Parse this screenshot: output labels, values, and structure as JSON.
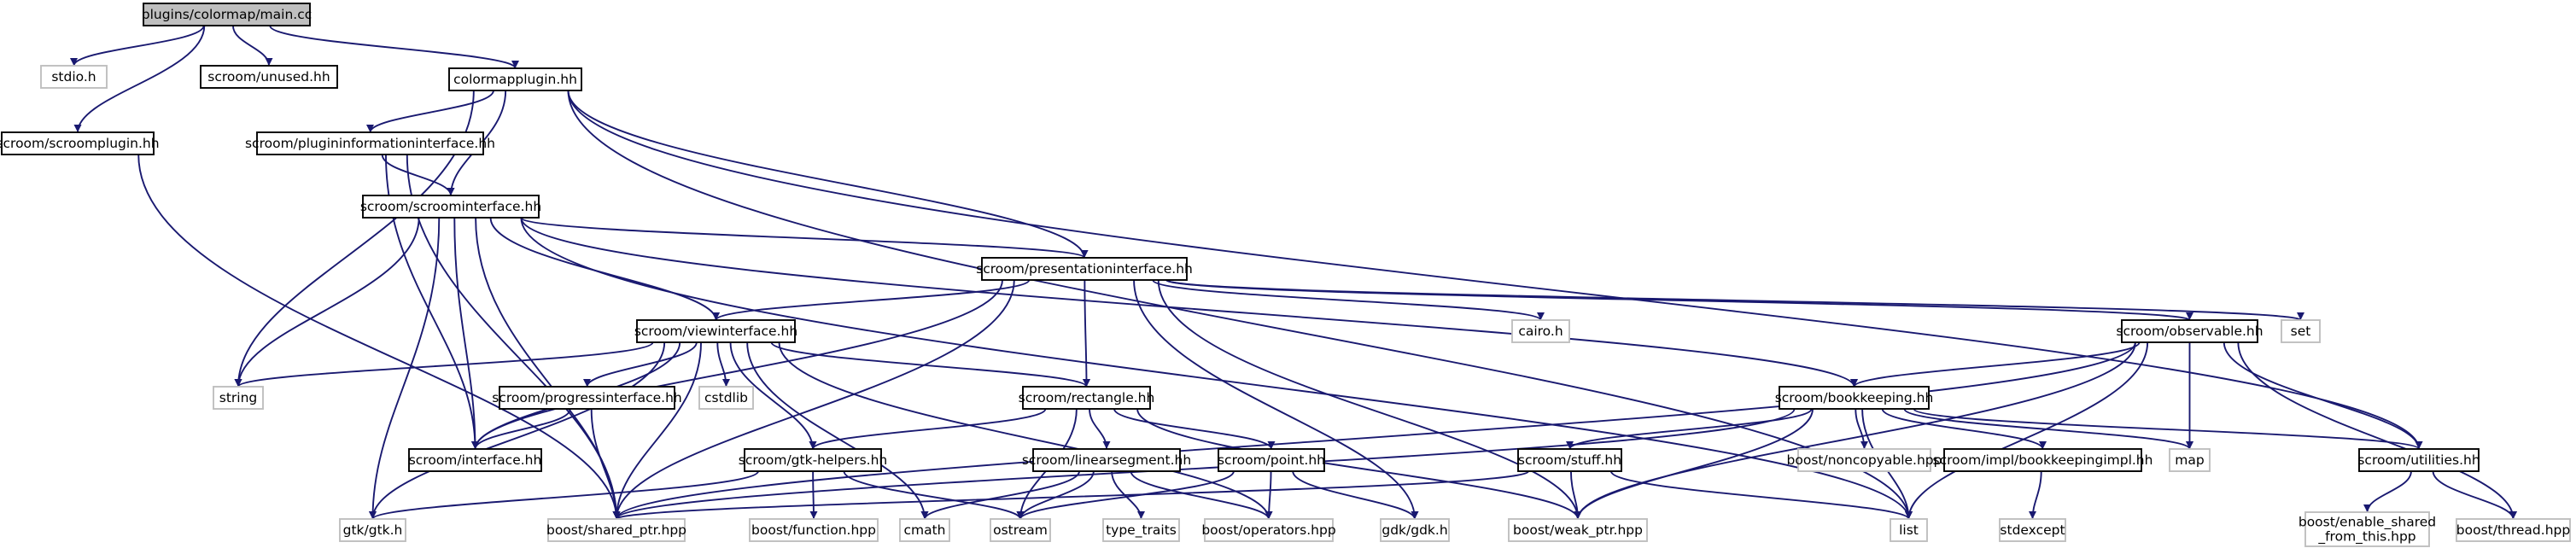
{
  "diagram": {
    "type": "include-dependency-graph",
    "colors": {
      "edge": "#191970",
      "root_fill": "#bfbfbf",
      "node_border": "#000000",
      "external_border": "#bfbfbf",
      "text": "#000000"
    },
    "nodes": [
      {
        "id": "main",
        "label": "plugins/colormap/main.cc",
        "kind": "root"
      },
      {
        "id": "stdio",
        "label": "stdio.h",
        "kind": "external"
      },
      {
        "id": "unused",
        "label": "scroom/unused.hh",
        "kind": "internal"
      },
      {
        "id": "colormapplugin",
        "label": "colormapplugin.hh",
        "kind": "internal"
      },
      {
        "id": "scroomplugin",
        "label": "scroom/scroomplugin.hh",
        "kind": "internal"
      },
      {
        "id": "plugininfo",
        "label": "scroom/plugininformationinterface.hh",
        "kind": "internal"
      },
      {
        "id": "scroominterface",
        "label": "scroom/scroominterface.hh",
        "kind": "internal"
      },
      {
        "id": "presentation",
        "label": "scroom/presentationinterface.hh",
        "kind": "internal"
      },
      {
        "id": "cairo",
        "label": "cairo.h",
        "kind": "external"
      },
      {
        "id": "set",
        "label": "set",
        "kind": "external"
      },
      {
        "id": "observable",
        "label": "scroom/observable.hh",
        "kind": "internal"
      },
      {
        "id": "viewinterface",
        "label": "scroom/viewinterface.hh",
        "kind": "internal"
      },
      {
        "id": "string",
        "label": "string",
        "kind": "external"
      },
      {
        "id": "cstdlib",
        "label": "cstdlib",
        "kind": "external"
      },
      {
        "id": "progress",
        "label": "scroom/progressinterface.hh",
        "kind": "internal"
      },
      {
        "id": "rectangle",
        "label": "scroom/rectangle.hh",
        "kind": "internal"
      },
      {
        "id": "bookkeeping",
        "label": "scroom/bookkeeping.hh",
        "kind": "internal"
      },
      {
        "id": "interface",
        "label": "scroom/interface.hh",
        "kind": "internal"
      },
      {
        "id": "gtkhelpers",
        "label": "scroom/gtk-helpers.hh",
        "kind": "internal"
      },
      {
        "id": "linearsegment",
        "label": "scroom/linearsegment.hh",
        "kind": "internal"
      },
      {
        "id": "point",
        "label": "scroom/point.hh",
        "kind": "internal"
      },
      {
        "id": "stuff",
        "label": "scroom/stuff.hh",
        "kind": "internal"
      },
      {
        "id": "noncopyable",
        "label": "boost/noncopyable.hpp",
        "kind": "external"
      },
      {
        "id": "bkimpl",
        "label": "scroom/impl/bookkeepingimpl.hh",
        "kind": "internal"
      },
      {
        "id": "map",
        "label": "map",
        "kind": "external"
      },
      {
        "id": "utilities",
        "label": "scroom/utilities.hh",
        "kind": "internal"
      },
      {
        "id": "gtk",
        "label": "gtk/gtk.h",
        "kind": "external"
      },
      {
        "id": "sharedptr",
        "label": "boost/shared_ptr.hpp",
        "kind": "external"
      },
      {
        "id": "function",
        "label": "boost/function.hpp",
        "kind": "external"
      },
      {
        "id": "cmath",
        "label": "cmath",
        "kind": "external"
      },
      {
        "id": "ostream",
        "label": "ostream",
        "kind": "external"
      },
      {
        "id": "typetraits",
        "label": "type_traits",
        "kind": "external"
      },
      {
        "id": "operators",
        "label": "boost/operators.hpp",
        "kind": "external"
      },
      {
        "id": "gdk",
        "label": "gdk/gdk.h",
        "kind": "external"
      },
      {
        "id": "weakptr",
        "label": "boost/weak_ptr.hpp",
        "kind": "external"
      },
      {
        "id": "list",
        "label": "list",
        "kind": "external"
      },
      {
        "id": "stdexcept",
        "label": "stdexcept",
        "kind": "external"
      },
      {
        "id": "enableshared",
        "label": "boost/enable_shared\n_from_this.hpp",
        "kind": "external"
      },
      {
        "id": "thread",
        "label": "boost/thread.hpp",
        "kind": "external"
      }
    ],
    "edges": [
      [
        "main",
        "stdio"
      ],
      [
        "main",
        "unused"
      ],
      [
        "main",
        "colormapplugin"
      ],
      [
        "main",
        "scroomplugin"
      ],
      [
        "colormapplugin",
        "plugininfo"
      ],
      [
        "colormapplugin",
        "scroominterface"
      ],
      [
        "colormapplugin",
        "presentation"
      ],
      [
        "colormapplugin",
        "string"
      ],
      [
        "colormapplugin",
        "list"
      ],
      [
        "colormapplugin",
        "utilities"
      ],
      [
        "scroomplugin",
        "sharedptr"
      ],
      [
        "plugininfo",
        "scroominterface"
      ],
      [
        "plugininfo",
        "interface"
      ],
      [
        "plugininfo",
        "sharedptr"
      ],
      [
        "scroominterface",
        "presentation"
      ],
      [
        "scroominterface",
        "viewinterface"
      ],
      [
        "scroominterface",
        "bookkeeping"
      ],
      [
        "scroominterface",
        "string"
      ],
      [
        "scroominterface",
        "interface"
      ],
      [
        "scroominterface",
        "gtk"
      ],
      [
        "scroominterface",
        "sharedptr"
      ],
      [
        "scroominterface",
        "list"
      ],
      [
        "presentation",
        "viewinterface"
      ],
      [
        "presentation",
        "rectangle"
      ],
      [
        "presentation",
        "observable"
      ],
      [
        "presentation",
        "cairo"
      ],
      [
        "presentation",
        "set"
      ],
      [
        "presentation",
        "interface"
      ],
      [
        "presentation",
        "sharedptr"
      ],
      [
        "presentation",
        "gdk"
      ],
      [
        "presentation",
        "weakptr"
      ],
      [
        "viewinterface",
        "string"
      ],
      [
        "viewinterface",
        "cstdlib"
      ],
      [
        "viewinterface",
        "progress"
      ],
      [
        "viewinterface",
        "rectangle"
      ],
      [
        "viewinterface",
        "interface"
      ],
      [
        "viewinterface",
        "gtkhelpers"
      ],
      [
        "viewinterface",
        "gtk"
      ],
      [
        "viewinterface",
        "sharedptr"
      ],
      [
        "viewinterface",
        "cmath"
      ],
      [
        "viewinterface",
        "operators"
      ],
      [
        "progress",
        "interface"
      ],
      [
        "progress",
        "sharedptr"
      ],
      [
        "rectangle",
        "gtkhelpers"
      ],
      [
        "rectangle",
        "linearsegment"
      ],
      [
        "rectangle",
        "point"
      ],
      [
        "rectangle",
        "ostream"
      ],
      [
        "rectangle",
        "weakptr"
      ],
      [
        "gtkhelpers",
        "gtk"
      ],
      [
        "gtkhelpers",
        "function"
      ],
      [
        "gtkhelpers",
        "ostream"
      ],
      [
        "linearsegment",
        "cmath"
      ],
      [
        "linearsegment",
        "ostream"
      ],
      [
        "linearsegment",
        "typetraits"
      ],
      [
        "linearsegment",
        "operators"
      ],
      [
        "point",
        "ostream"
      ],
      [
        "point",
        "operators"
      ],
      [
        "point",
        "gdk"
      ],
      [
        "observable",
        "bookkeeping"
      ],
      [
        "observable",
        "map"
      ],
      [
        "observable",
        "list"
      ],
      [
        "observable",
        "utilities"
      ],
      [
        "observable",
        "thread"
      ],
      [
        "observable",
        "sharedptr"
      ],
      [
        "observable",
        "weakptr"
      ],
      [
        "bookkeeping",
        "stuff"
      ],
      [
        "bookkeeping",
        "noncopyable"
      ],
      [
        "bookkeeping",
        "bkimpl"
      ],
      [
        "bookkeeping",
        "map"
      ],
      [
        "bookkeeping",
        "list"
      ],
      [
        "bookkeeping",
        "utilities"
      ],
      [
        "bookkeeping",
        "sharedptr"
      ],
      [
        "bookkeeping",
        "weakptr"
      ],
      [
        "stuff",
        "sharedptr"
      ],
      [
        "stuff",
        "weakptr"
      ],
      [
        "stuff",
        "list"
      ],
      [
        "bkimpl",
        "stdexcept"
      ],
      [
        "utilities",
        "enableshared"
      ],
      [
        "utilities",
        "thread"
      ]
    ]
  }
}
